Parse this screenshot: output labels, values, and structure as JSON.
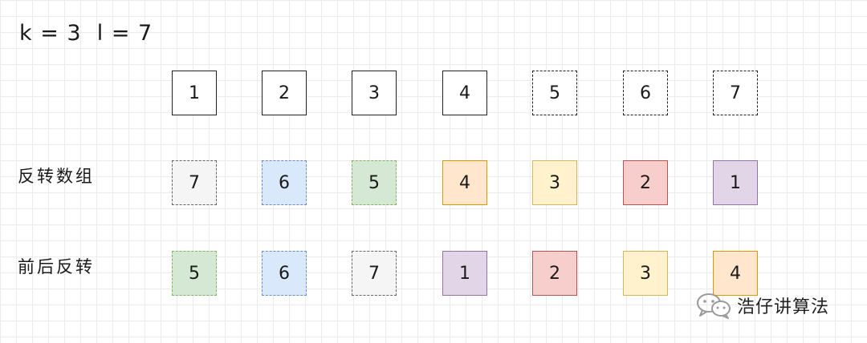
{
  "header": {
    "text": "k = 3  l = 7"
  },
  "rows": [
    {
      "label": "",
      "cells": [
        {
          "value": "1",
          "dashed": false,
          "fill": "#ffffff",
          "stroke": "#222222"
        },
        {
          "value": "2",
          "dashed": false,
          "fill": "#ffffff",
          "stroke": "#222222"
        },
        {
          "value": "3",
          "dashed": false,
          "fill": "#ffffff",
          "stroke": "#222222"
        },
        {
          "value": "4",
          "dashed": false,
          "fill": "#ffffff",
          "stroke": "#222222"
        },
        {
          "value": "5",
          "dashed": true,
          "fill": "#ffffff",
          "stroke": "#222222"
        },
        {
          "value": "6",
          "dashed": true,
          "fill": "#ffffff",
          "stroke": "#222222"
        },
        {
          "value": "7",
          "dashed": true,
          "fill": "#ffffff",
          "stroke": "#222222"
        }
      ]
    },
    {
      "label": "反转数组",
      "cells": [
        {
          "value": "7",
          "dashed": true,
          "fill": "#f5f5f5",
          "stroke": "#666666"
        },
        {
          "value": "6",
          "dashed": true,
          "fill": "#dae8fc",
          "stroke": "#6c8ebf"
        },
        {
          "value": "5",
          "dashed": true,
          "fill": "#d5e8d4",
          "stroke": "#82b366"
        },
        {
          "value": "4",
          "dashed": false,
          "fill": "#ffe6cc",
          "stroke": "#d79b00"
        },
        {
          "value": "3",
          "dashed": false,
          "fill": "#fff2cc",
          "stroke": "#d6b656"
        },
        {
          "value": "2",
          "dashed": false,
          "fill": "#f8cecc",
          "stroke": "#b85450"
        },
        {
          "value": "1",
          "dashed": false,
          "fill": "#e1d5e7",
          "stroke": "#9673a6"
        }
      ]
    },
    {
      "label": "前后反转",
      "cells": [
        {
          "value": "5",
          "dashed": true,
          "fill": "#d5e8d4",
          "stroke": "#82b366"
        },
        {
          "value": "6",
          "dashed": true,
          "fill": "#dae8fc",
          "stroke": "#6c8ebf"
        },
        {
          "value": "7",
          "dashed": true,
          "fill": "#f5f5f5",
          "stroke": "#666666"
        },
        {
          "value": "1",
          "dashed": false,
          "fill": "#e1d5e7",
          "stroke": "#9673a6"
        },
        {
          "value": "2",
          "dashed": false,
          "fill": "#f8cecc",
          "stroke": "#b85450"
        },
        {
          "value": "3",
          "dashed": false,
          "fill": "#fff2cc",
          "stroke": "#d6b656"
        },
        {
          "value": "4",
          "dashed": false,
          "fill": "#ffe6cc",
          "stroke": "#d79b00"
        }
      ]
    }
  ],
  "watermark": {
    "text": "浩仔讲算法",
    "icon": "wechat-icon"
  }
}
